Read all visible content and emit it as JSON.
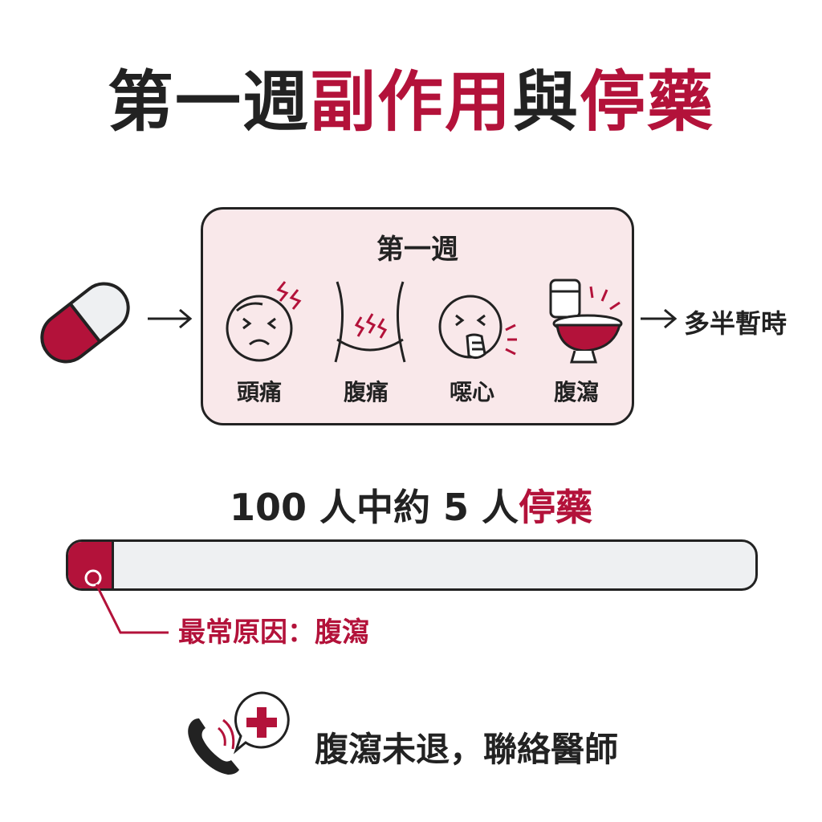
{
  "title": {
    "part1": "第一週",
    "part2": "副作用",
    "part3": "與",
    "part4": "停藥"
  },
  "week_box": {
    "heading": "第一週",
    "symptoms": [
      {
        "label": "頭痛",
        "icon": "headache-face-icon"
      },
      {
        "label": "腹痛",
        "icon": "abdominal-pain-icon"
      },
      {
        "label": "噁心",
        "icon": "nausea-face-icon"
      },
      {
        "label": "腹瀉",
        "icon": "toilet-icon"
      }
    ]
  },
  "outcome": "多半暫時",
  "stat": {
    "prefix": "100 人中約 5 人",
    "highlight": "停藥",
    "fraction": 0.05
  },
  "reason": "最常原因：腹瀉",
  "contact": "腹瀉未退，聯絡醫師",
  "colors": {
    "accent": "#b3123a",
    "dark": "#222222",
    "box_fill": "#f9e8ea",
    "bar_track": "#eef0f2"
  },
  "icons": [
    "capsule-icon",
    "arrow-right-icon",
    "phone-icon",
    "medical-chat-icon"
  ]
}
